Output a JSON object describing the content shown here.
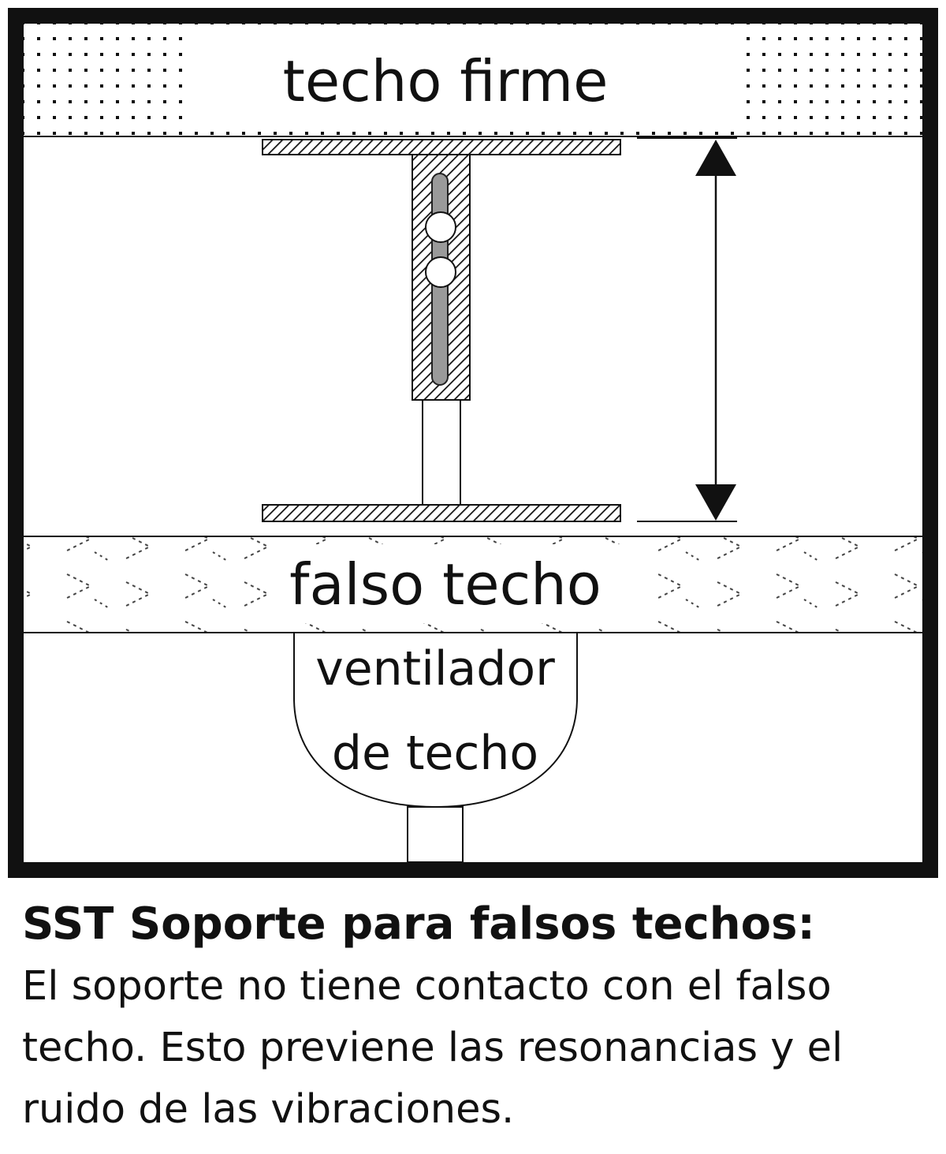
{
  "labels": {
    "solid_ceiling": "techo firme",
    "false_ceiling": "falso techo",
    "fan_line1": "ventilador",
    "fan_line2": "de techo"
  },
  "caption": {
    "title": "SST Soporte para falsos techos:",
    "body": "El soporte no tiene contacto con el falso techo. Esto previene las resonancias y el ruido de las vibraciones."
  },
  "colors": {
    "frame": "#111111",
    "background": "#ffffff",
    "slot": "#9a9a9a"
  }
}
